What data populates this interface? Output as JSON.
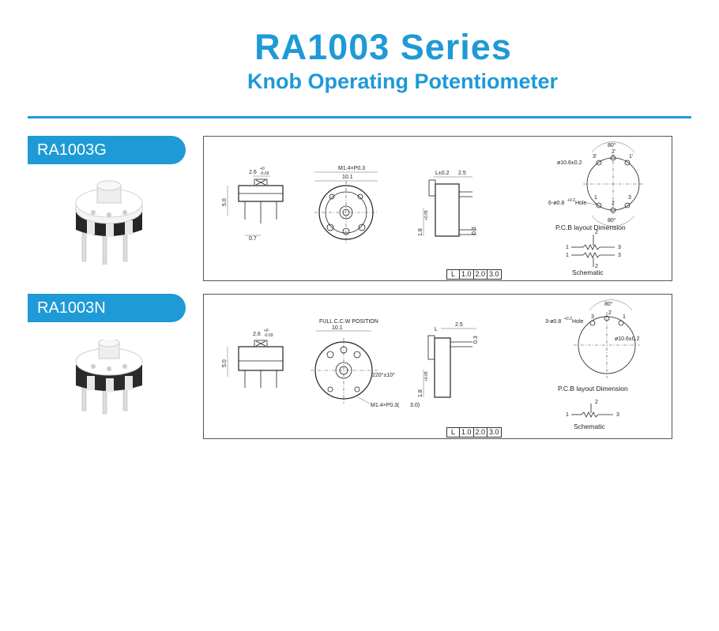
{
  "header": {
    "title": "RA1003 Series",
    "subtitle": "Knob Operating Potentiometer"
  },
  "colors": {
    "accent": "#1e9ad6"
  },
  "products": [
    {
      "model": "RA1003G",
      "photo_icon": "potentiometer-vertical-photo",
      "drawing": {
        "front_top_dim": "2.6",
        "front_top_tol_up": "+0",
        "front_top_tol_down": "-0.03",
        "front_height": "5.0",
        "front_pin_pitch": "0.7",
        "top_thread": "M1.4×P0.3",
        "top_width": "10.1",
        "side_L": "L±0.2",
        "side_w": "2.5",
        "side_h": "1.8",
        "side_h_tol": "+0.05",
        "side_t": "0.3",
        "pcb_angle_top": "80°",
        "pcb_angle_bottom": "80°",
        "pcb_circle": "ø10.6±0.2",
        "pcb_holes": "6-ø0.8",
        "pcb_holes_tol": "+0.2",
        "hole_suffix": "Hole",
        "pin_labels": [
          "1",
          "2",
          "3"
        ],
        "pin_labels_alt": [
          "3'",
          "2'",
          "1'"
        ],
        "pcb_caption": "P.C.B layout Dimension",
        "schematic_caption": "Schematic"
      },
      "l_table": [
        "L",
        "1.0",
        "2.0",
        "3.0"
      ]
    },
    {
      "model": "RA1003N",
      "photo_icon": "potentiometer-horizontal-photo",
      "drawing": {
        "front_top_dim": "2.6",
        "front_top_tol_up": "+0",
        "front_top_tol_down": "-0.03",
        "front_height": "5.0",
        "top_caption": "FULL C.C.W  POSITION",
        "top_width": "10.1",
        "top_angle": "220°±10°",
        "top_thread": "M1.4×P0.3(",
        "top_thread_suffix": "3.0)",
        "side_L": "L",
        "side_w": "2.5",
        "side_t": "0.3",
        "side_h": "1.8",
        "side_h_tol": "+0.05",
        "pcb_angle": "80°",
        "pcb_holes": "3-ø0.8",
        "pcb_holes_tol": "+0.2",
        "hole_suffix": "Hole",
        "pcb_circle": "ø10.6±0.2",
        "pin_labels": [
          "1",
          "2",
          "3"
        ],
        "pcb_caption": "P.C.B layout Dimension",
        "schematic_caption": "Schematic"
      },
      "l_table": [
        "L",
        "1.0",
        "2.0",
        "3.0"
      ]
    }
  ]
}
